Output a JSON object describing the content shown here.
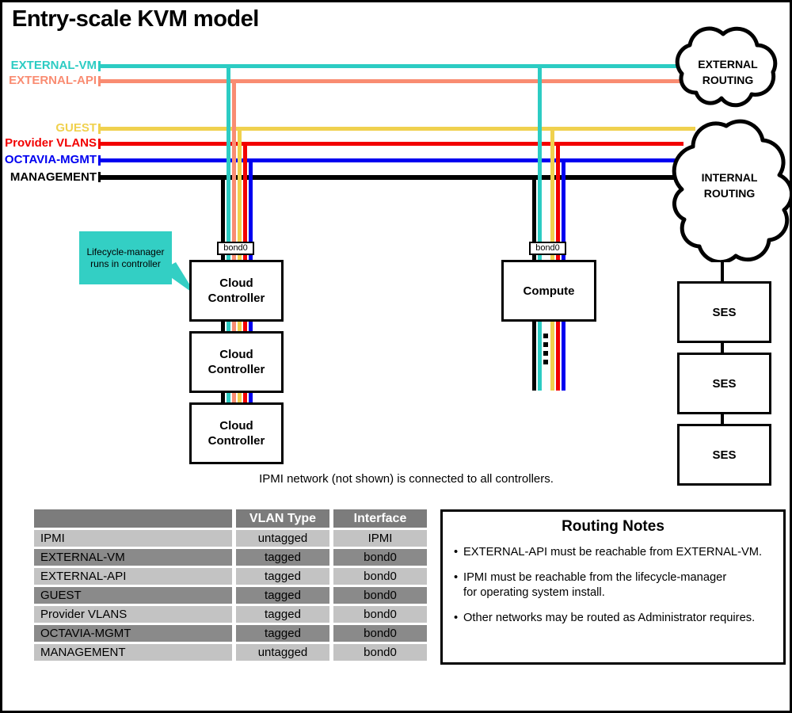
{
  "title": "Entry-scale KVM model",
  "networks": [
    {
      "label": "EXTERNAL-VM",
      "color": "#2cccc3"
    },
    {
      "label": "EXTERNAL-API",
      "color": "#f98c72"
    },
    {
      "label": "GUEST",
      "color": "#f0d14e"
    },
    {
      "label": "Provider VLANS",
      "color": "#f20000"
    },
    {
      "label": "OCTAVIA-MGMT",
      "color": "#0000f0"
    },
    {
      "label": "MANAGEMENT",
      "color": "#000000"
    }
  ],
  "clouds": {
    "external": "EXTERNAL\nROUTING",
    "internal": "INTERNAL\nROUTING"
  },
  "nodes": {
    "controller": "Cloud\nController",
    "compute": "Compute",
    "ses": "SES",
    "bond": "bond0"
  },
  "callout": {
    "text": "Lifecycle-manager\nruns in controller",
    "color": "#33cfc4"
  },
  "note": "IPMI network (not shown) is connected to all controllers.",
  "table": {
    "headers": [
      "",
      "VLAN Type",
      "Interface"
    ],
    "rows": [
      {
        "network": "IPMI",
        "vlan_type": "untagged",
        "interface": "IPMI"
      },
      {
        "network": "EXTERNAL-VM",
        "vlan_type": "tagged",
        "interface": "bond0"
      },
      {
        "network": "EXTERNAL-API",
        "vlan_type": "tagged",
        "interface": "bond0"
      },
      {
        "network": "GUEST",
        "vlan_type": "tagged",
        "interface": "bond0"
      },
      {
        "network": "Provider VLANS",
        "vlan_type": "tagged",
        "interface": "bond0"
      },
      {
        "network": "OCTAVIA-MGMT",
        "vlan_type": "tagged",
        "interface": "bond0"
      },
      {
        "network": "MANAGEMENT",
        "vlan_type": "untagged",
        "interface": "bond0"
      }
    ]
  },
  "routing_notes": {
    "title": "Routing Notes",
    "bullet_char": "•",
    "bullets": [
      "EXTERNAL-API must be reachable from EXTERNAL-VM.",
      "IPMI must be reachable from the lifecycle-manager\nfor operating system install.",
      "Other networks may be routed as Administrator requires."
    ]
  }
}
